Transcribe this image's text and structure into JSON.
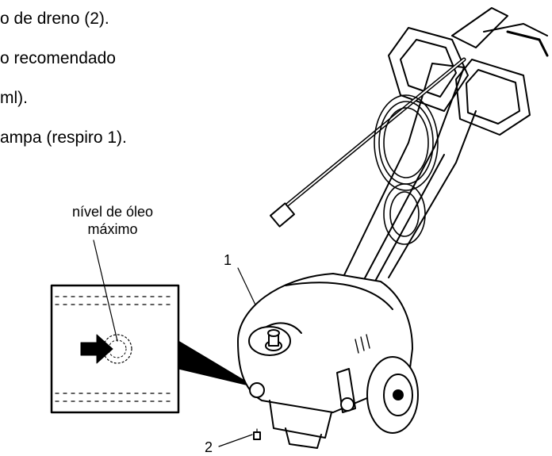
{
  "instructions": {
    "line1": "o de dreno (2).",
    "line2": "o recomendado",
    "line3": "ml).",
    "line4": "ampa (respiro 1)."
  },
  "figure": {
    "oil_level_label_1": "nível de óleo",
    "oil_level_label_2": "máximo",
    "callout_1": "1",
    "callout_2": "2"
  }
}
